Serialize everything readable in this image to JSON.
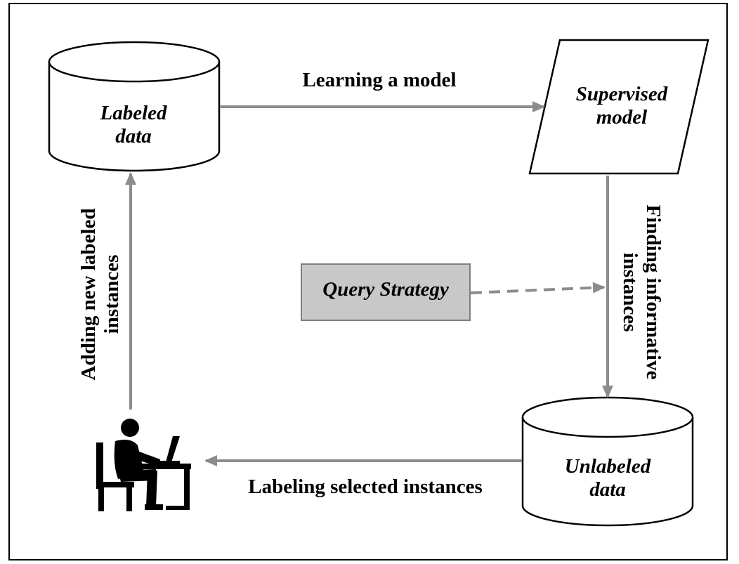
{
  "nodes": {
    "labeled_data": {
      "line1": "Labeled",
      "line2": "data"
    },
    "supervised_model": {
      "line1": "Supervised",
      "line2": "model"
    },
    "unlabeled_data": {
      "line1": "Unlabeled",
      "line2": "data"
    },
    "query_strategy": {
      "label": "Query Strategy"
    },
    "annotator": {
      "icon": "person-at-computer-icon"
    }
  },
  "edges": {
    "learning": "Learning a model",
    "finding": {
      "line1": "Finding informative",
      "line2": "instances"
    },
    "labeling": "Labeling selected instances",
    "adding": {
      "line1": "Adding new labeled",
      "line2": "instances"
    }
  },
  "colors": {
    "arrow": "#8c8c8c",
    "query_box_fill": "#c8c8c8",
    "query_box_border": "#7f7f7f",
    "stroke": "#000000"
  }
}
